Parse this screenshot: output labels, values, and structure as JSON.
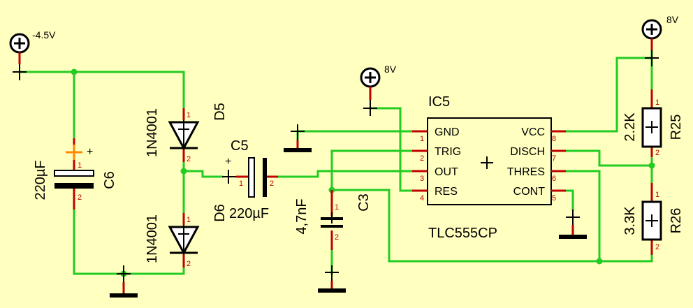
{
  "colors": {
    "background": "#ffffc0",
    "wire": "#22cc22",
    "pin": "#c00000",
    "body": "#000000",
    "marker": "#ff8800"
  },
  "power": {
    "neg": {
      "label": "-4.5V"
    },
    "vcc_ic": {
      "label": "8V"
    },
    "vcc_r": {
      "label": "8V"
    }
  },
  "components": {
    "c6": {
      "ref": "C6",
      "value": "220µF",
      "polarity": "+",
      "pin1": "1",
      "pin2": "2"
    },
    "d5": {
      "ref": "D5",
      "value": "1N4001",
      "pin1": "1",
      "pin2": "2"
    },
    "d6": {
      "ref": "D6",
      "value": "1N4001",
      "pin1": "1",
      "pin2": "2"
    },
    "c5": {
      "ref": "C5",
      "value": "220µF",
      "polarity": "+",
      "pin1": "1",
      "pin2": "2"
    },
    "c3": {
      "ref": "C3",
      "value": "4,7nF",
      "pin1": "1",
      "pin2": "2"
    },
    "r25": {
      "ref": "R25",
      "value": "2.2K",
      "pin1": "1",
      "pin2": "2"
    },
    "r26": {
      "ref": "R26",
      "value": "3.3K",
      "pin1": "1",
      "pin2": "2"
    },
    "ic5": {
      "ref": "IC5",
      "part": "TLC555CP",
      "left_pins": [
        {
          "name": "GND",
          "num": "1"
        },
        {
          "name": "TRIG",
          "num": "2"
        },
        {
          "name": "OUT",
          "num": "3"
        },
        {
          "name": "RES",
          "num": "4"
        }
      ],
      "right_pins": [
        {
          "name": "VCC",
          "num": "8"
        },
        {
          "name": "DISCH",
          "num": "7"
        },
        {
          "name": "THRES",
          "num": "6"
        },
        {
          "name": "CONT",
          "num": "5"
        }
      ]
    }
  }
}
